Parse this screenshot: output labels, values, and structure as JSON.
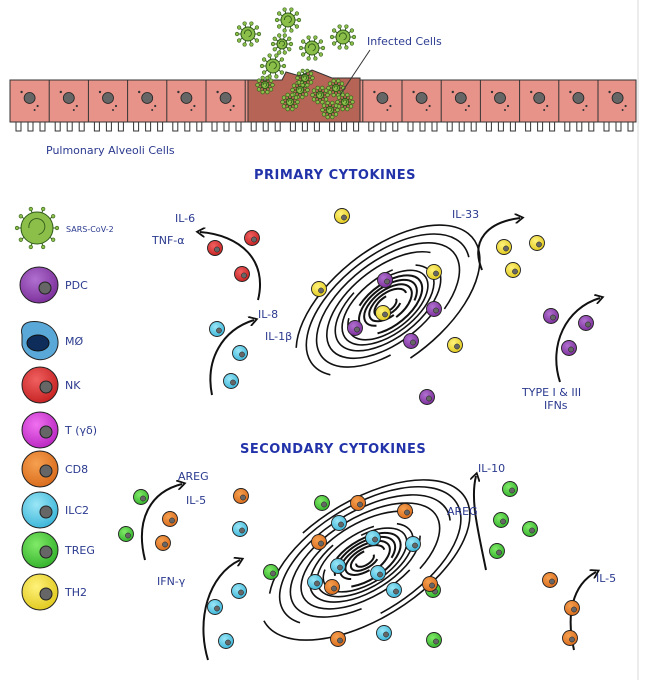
{
  "labels": {
    "infected_cells": "Infected Cells",
    "alveoli": "Pulmonary Alveoli Cells",
    "primary_title": "PRIMARY CYTOKINES",
    "secondary_title": "SECONDARY CYTOKINES",
    "il6": "IL-6",
    "tnfa": "TNF-α",
    "il8": "IL-8",
    "il1b": "IL-1β",
    "il33": "IL-33",
    "type_ifn_1": "TYPE I & III",
    "type_ifn_2": "IFNs",
    "areg_left": "AREG",
    "il5_left": "IL-5",
    "ifng": "IFN-γ",
    "il10": "IL-10",
    "areg_right": "AREG",
    "il5_right": "IL-5"
  },
  "legend": [
    {
      "label": "SARS-CoV-2",
      "color": "#8cbf4a"
    },
    {
      "label": "PDC",
      "color": "#8a3aa8"
    },
    {
      "label": "MØ",
      "color": "#5aa8d8"
    },
    {
      "label": "NK",
      "color": "#dd3030"
    },
    {
      "label": "T (γδ)",
      "color": "#d33fd6"
    },
    {
      "label": "CD8",
      "color": "#e8802e"
    },
    {
      "label": "ILC2",
      "color": "#56c8e6"
    },
    {
      "label": "TREG",
      "color": "#4ccc3c"
    },
    {
      "label": "TH2",
      "color": "#f0e040"
    }
  ],
  "colors": {
    "cell_wall": "#e8938a",
    "cell_wall_infected": "#b56455",
    "virus": "#8cbf4a",
    "text": "#2b3a8f"
  }
}
